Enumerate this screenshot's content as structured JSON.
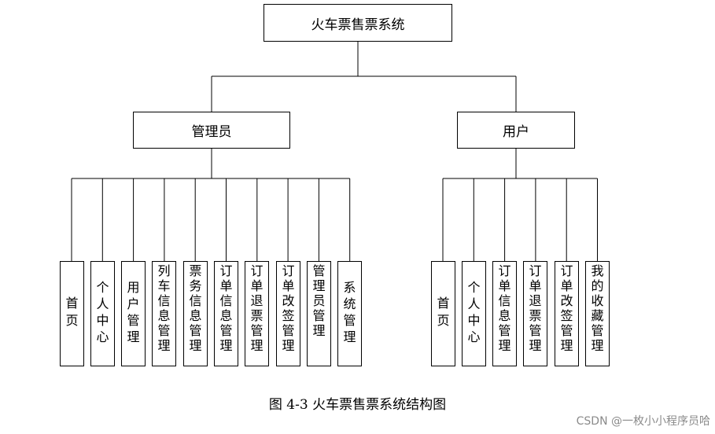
{
  "root": "火车票售票系统",
  "branches": [
    {
      "label": "管理员",
      "children": [
        "首页",
        "个人中心",
        "用户管理",
        "列车信息管理",
        "票务信息管理",
        "订单信息管理",
        "订单退票管理",
        "订单改签管理",
        "管理员管理",
        "系统管理"
      ]
    },
    {
      "label": "用户",
      "children": [
        "首页",
        "个人中心",
        "订单信息管理",
        "订单退票管理",
        "订单改签管理",
        "我的收藏管理"
      ]
    }
  ],
  "caption": "图 4-3 火车票售票系统结构图",
  "watermark": "CSDN @一枚小小程序员哈"
}
